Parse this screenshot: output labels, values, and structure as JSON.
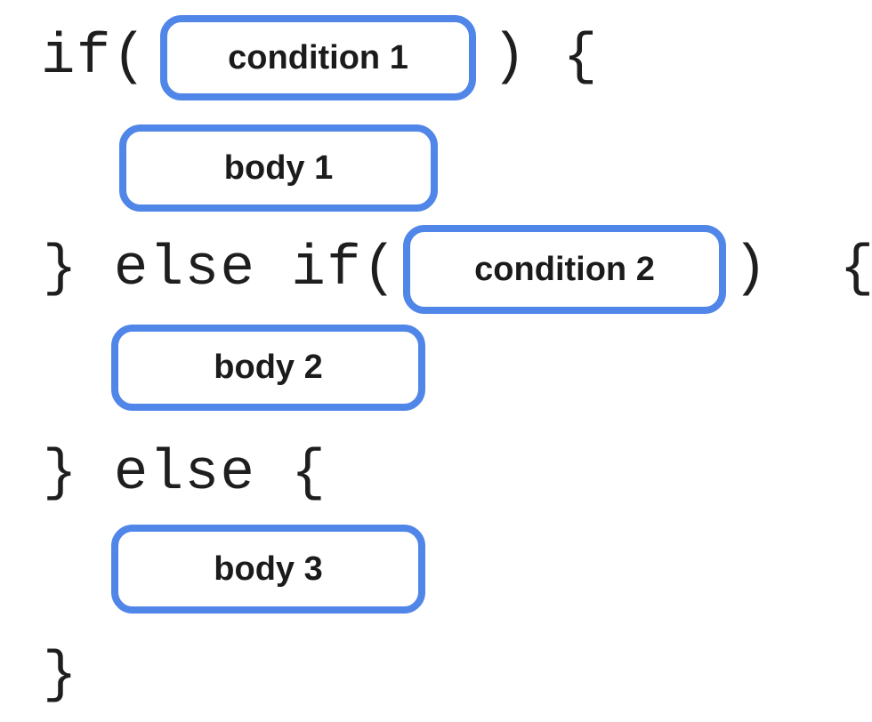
{
  "diagram": {
    "description": "if / else-if / else statement structure diagram",
    "accent_color": "#5086E8",
    "text_color": "#1E1E1E",
    "code_tokens": {
      "if_open": "if(",
      "close_1": ") {",
      "else_if_open": "} else if(",
      "close_2": ")  {",
      "else_open": "} else {",
      "final_brace": "}"
    },
    "placeholders": [
      {
        "label": "condition 1"
      },
      {
        "label": "body 1"
      },
      {
        "label": "condition 2"
      },
      {
        "label": "body 2"
      },
      {
        "label": "body 3"
      }
    ]
  }
}
